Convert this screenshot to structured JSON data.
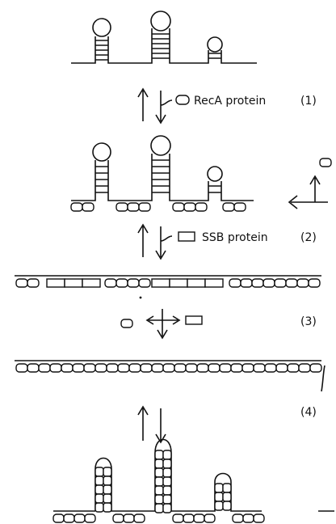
{
  "steps": [
    {
      "label": "RecA protein",
      "number": "(1)"
    },
    {
      "label": "SSB protein",
      "number": "(2)"
    },
    {
      "label": "",
      "number": "(3)"
    },
    {
      "label": "",
      "number": "(4)"
    }
  ],
  "colors": {
    "ink": "#111111",
    "background": "#ffffff"
  }
}
